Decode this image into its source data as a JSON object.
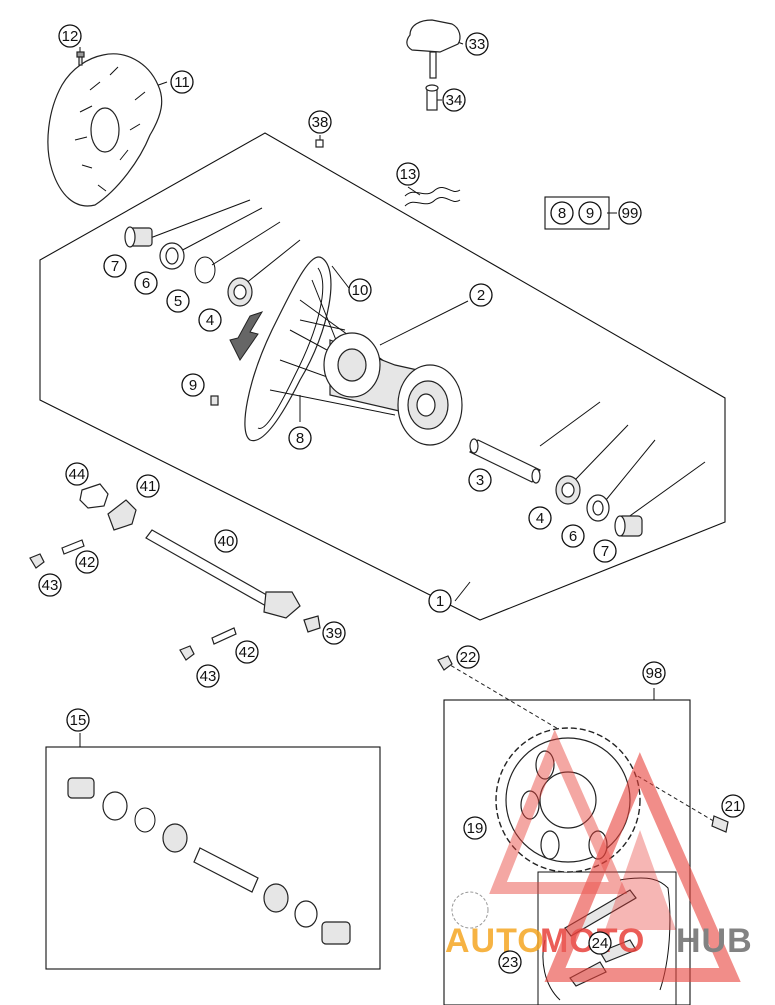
{
  "callouts": {
    "c1": "1",
    "c2": "2",
    "c3": "3",
    "c4a": "4",
    "c4b": "4",
    "c5": "5",
    "c6a": "6",
    "c6b": "6",
    "c7a": "7",
    "c7b": "7",
    "c8": "8",
    "c9a": "9",
    "c9b": "9",
    "c10": "10",
    "c11": "11",
    "c12": "12",
    "c13": "13",
    "c15": "15",
    "c19": "19",
    "c21": "21",
    "c22": "22",
    "c23": "23",
    "c24": "24",
    "c33": "33",
    "c34": "34",
    "c38": "38",
    "c39": "39",
    "c40": "40",
    "c41": "41",
    "c42a": "42",
    "c42b": "42",
    "c43a": "43",
    "c43b": "43",
    "c44": "44",
    "c8box": "8",
    "c99": "99",
    "c98": "98"
  },
  "watermark": {
    "text_orange": "AUTO",
    "text_red": "MOTO",
    "text_grey": "HUB",
    "colors": {
      "orange": "#f5a623",
      "red": "#e8413b",
      "grey": "#6d6d6d"
    }
  }
}
